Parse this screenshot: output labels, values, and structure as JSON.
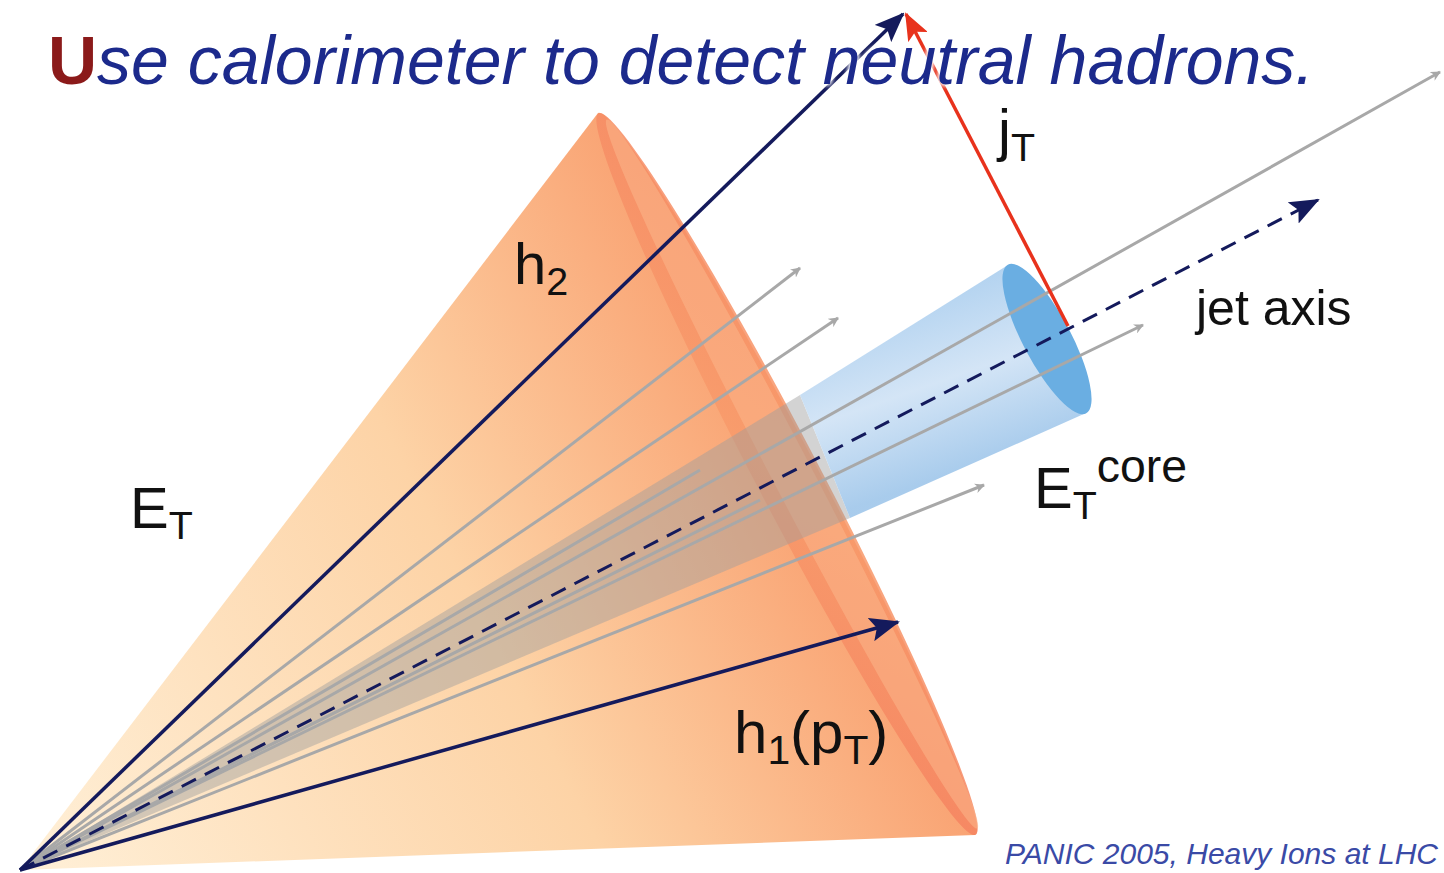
{
  "diagram": {
    "title": "Use calorimeter to detect neutral hadrons.",
    "caption": "PANIC 2005, Heavy Ions at LHC",
    "labels": [
      "h2",
      "jT",
      "jet axis",
      "ETcore",
      "ET",
      "h1(pT)"
    ]
  }
}
